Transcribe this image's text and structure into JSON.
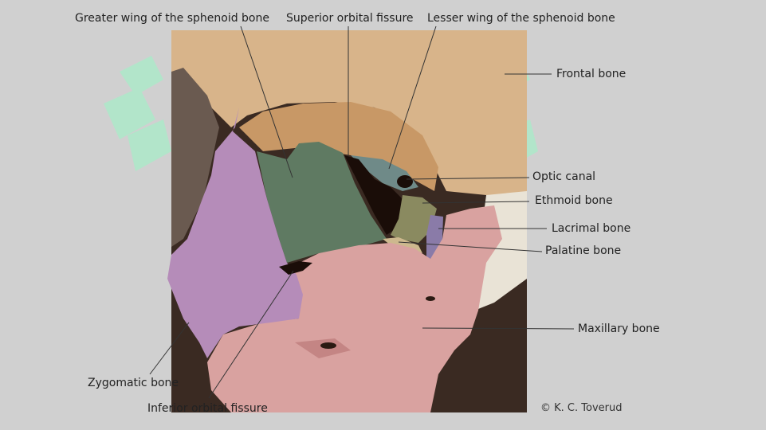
{
  "labels": {
    "greater_wing": "Greater wing of the sphenoid bone",
    "superior_fissure": "Superior orbital fissure",
    "lesser_wing": "Lesser wing of the sphenoid bone",
    "frontal": "Frontal bone",
    "optic_canal": "Optic canal",
    "ethmoid": "Ethmoid bone",
    "lacrimal": "Lacrimal bone",
    "palatine": "Palatine bone",
    "maxillary": "Maxillary bone",
    "zygomatic": "Zygomatic bone",
    "inferior_fissure": "Inferior orbital fissure"
  },
  "credit": "© K. C. Toverud",
  "colors": {
    "background": "#d0d0d0",
    "frontal": "#d8b48a",
    "sphenoid_greater": "#5f7a62",
    "sphenoid_lesser": "#6f8a88",
    "zygomatic": "#b58cb9",
    "maxillary": "#d9a2a0",
    "ethmoid": "#8a8a60",
    "lacrimal": "#8a7ba8",
    "palatine": "#cdb88e",
    "watermark": "#a8ecc8"
  }
}
